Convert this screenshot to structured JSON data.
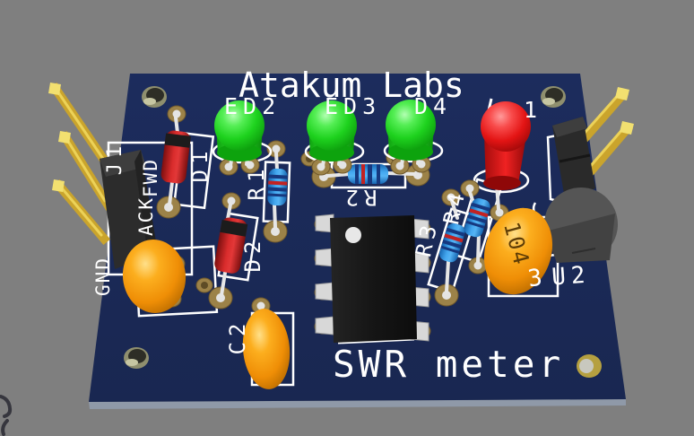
{
  "viewer": {
    "background_color": "#7f7f7f",
    "artifact": "clipped-dark-glyph-bottom-left"
  },
  "board": {
    "colors": {
      "soldermask": "#1b2a58",
      "silkscreen": "#ffffff",
      "pad_gold": "#9c8248",
      "pin_gold": "#caa42c",
      "led_green": "#1ed21e",
      "led_red": "#e31414",
      "capacitor_orange": "#f59a0c",
      "resistor_blue": "#44a8f0",
      "diode_red": "#d92c2c",
      "bottom_edge": "#8f99a8"
    },
    "silkscreen": {
      "title": "Atakum Labs",
      "caption": "SWR meter",
      "refs": {
        "led1_partial": "1",
        "led2_partial": "ED2",
        "led3_partial": "ED3",
        "led4_partial": "D4",
        "j1": "J1",
        "jack_fwd_line1": "FWD",
        "jack_fwd_line2": "ACK",
        "gnd": "GND",
        "d1": "D1",
        "d2": "D2",
        "r1": "R1",
        "r2": "R2",
        "r3": "R3",
        "r4": "R4",
        "c2": "C2",
        "c3_partial": "3",
        "u2": "U2"
      }
    },
    "markings": {
      "c3_value": "104"
    },
    "components": [
      {
        "type": "led",
        "color": "green",
        "visible_label": "ED2"
      },
      {
        "type": "led",
        "color": "green",
        "visible_label": "ED3"
      },
      {
        "type": "led",
        "color": "green",
        "visible_label": "D4"
      },
      {
        "type": "led",
        "color": "red",
        "visible_label": "1"
      },
      {
        "type": "axial-diode",
        "color": "red",
        "visible_label": "D1"
      },
      {
        "type": "axial-diode",
        "color": "red",
        "visible_label": "D2"
      },
      {
        "type": "axial-resistor",
        "color": "blue",
        "visible_label": "R1"
      },
      {
        "type": "axial-resistor",
        "color": "blue",
        "visible_label": "R2"
      },
      {
        "type": "axial-resistor",
        "color": "blue",
        "visible_label": "R3"
      },
      {
        "type": "axial-resistor",
        "color": "blue",
        "visible_label": "R4"
      },
      {
        "type": "disc-capacitor",
        "color": "orange"
      },
      {
        "type": "disc-capacitor",
        "color": "orange",
        "visible_label": "C2"
      },
      {
        "type": "disc-capacitor",
        "color": "orange",
        "visible_label": "3",
        "marking": "104"
      },
      {
        "type": "dip8-ic",
        "color": "black"
      },
      {
        "type": "to92-transistor",
        "color": "gray",
        "visible_label": "U2"
      },
      {
        "type": "pin-header-3pin",
        "color": "black-gold",
        "visible_label": "J1"
      },
      {
        "type": "pin-header-2pin",
        "color": "black-gold"
      }
    ]
  }
}
